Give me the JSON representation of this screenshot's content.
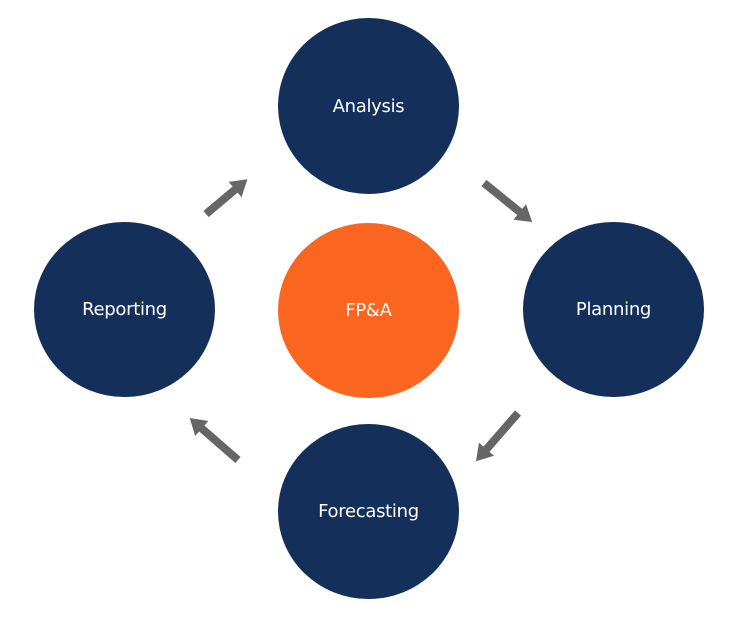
{
  "diagram": {
    "center": {
      "label": "FP&A",
      "color": "#fa6620"
    },
    "cycle": [
      {
        "label": "Analysis",
        "color": "#142f59"
      },
      {
        "label": "Planning",
        "color": "#142f59"
      },
      {
        "label": "Forecasting",
        "color": "#142f59"
      },
      {
        "label": "Reporting",
        "color": "#142f59"
      }
    ],
    "arrow_color": "#666666",
    "flow": [
      {
        "from": "Reporting",
        "to": "Analysis"
      },
      {
        "from": "Analysis",
        "to": "Planning"
      },
      {
        "from": "Planning",
        "to": "Forecasting"
      },
      {
        "from": "Forecasting",
        "to": "Reporting"
      }
    ]
  }
}
